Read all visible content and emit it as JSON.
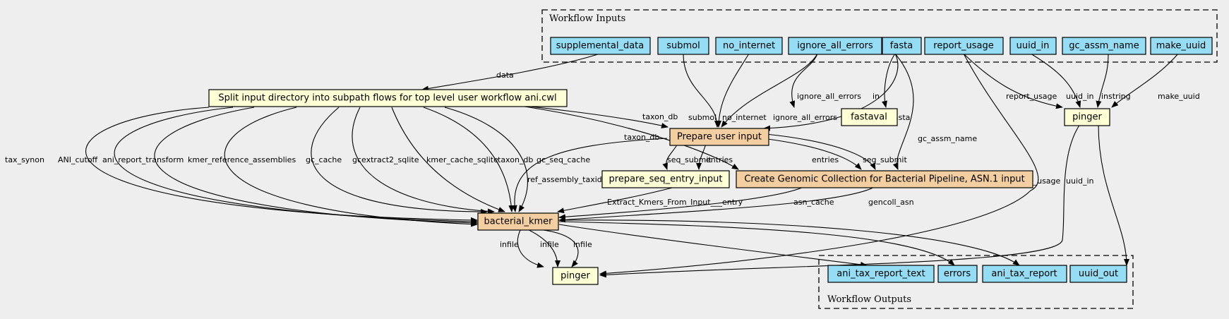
{
  "clusters": {
    "inputs_title": "Workflow Inputs",
    "outputs_title": "Workflow Outputs"
  },
  "inputs": {
    "supplemental_data": "supplemental_data",
    "submol": "submol",
    "no_internet": "no_internet",
    "ignore_all_errors": "ignore_all_errors",
    "fasta": "fasta",
    "report_usage": "report_usage",
    "uuid_in": "uuid_in",
    "gc_assm_name": "gc_assm_name",
    "make_uuid": "make_uuid"
  },
  "steps": {
    "split": "Split input directory into subpath flows for top level user workflow ani.cwl",
    "fastaval": "fastaval",
    "pinger_top": "pinger",
    "prepare_user_input": "Prepare user input",
    "prepare_seq_entry_input": "prepare_seq_entry_input",
    "create_genomic_collection": "Create Genomic Collection for Bacterial Pipeline, ASN.1 input",
    "bacterial_kmer": "bacterial_kmer",
    "pinger_bottom": "pinger"
  },
  "outputs": {
    "ani_tax_report_text": "ani_tax_report_text",
    "errors": "errors",
    "ani_tax_report": "ani_tax_report",
    "uuid_out": "uuid_out"
  },
  "edge_labels": {
    "data": "data",
    "submol": "submol",
    "no_internet": "no_internet",
    "ignore_all_errors_a": "ignore_all_errors",
    "ignore_all_errors_b": "ignore_all_errors",
    "in": "in",
    "fasta": "fasta",
    "gc_assm_name": "gc_assm_name",
    "report_usage_a": "report_usage",
    "report_usage_b": "report_usage",
    "uuid_in_a": "uuid_in",
    "uuid_in_b": "uuid_in",
    "instring": "instring",
    "make_uuid": "make_uuid",
    "taxon_db_a": "taxon_db",
    "taxon_db_b": "taxon_db",
    "taxon_db_c": "taxon_db",
    "tax_synon": "tax_synon",
    "ani_cutoff": "ANI_cutoff",
    "ani_report_transform": "ani_report_transform",
    "kmer_reference_assemblies": "kmer_reference_assemblies",
    "gc_cache": "gc_cache",
    "gcextract2_sqlite": "gcextract2_sqlite",
    "kmer_cache_sqlite": "kmer_cache_sqlite",
    "gc_seq_cache": "gc_seq_cache",
    "seq_submit_a": "seq_submit",
    "seq_submit_b": "seq_submit",
    "entries_a": "entries",
    "entries_b": "entries",
    "ref_assembly_taxid": "ref_assembly_taxid",
    "extract_kmers": "Extract_Kmers_From_Input___entry",
    "asn_cache": "asn_cache",
    "gencoll_asn": "gencoll_asn",
    "infile_a": "infile",
    "infile_b": "infile",
    "infile_c": "infile"
  }
}
